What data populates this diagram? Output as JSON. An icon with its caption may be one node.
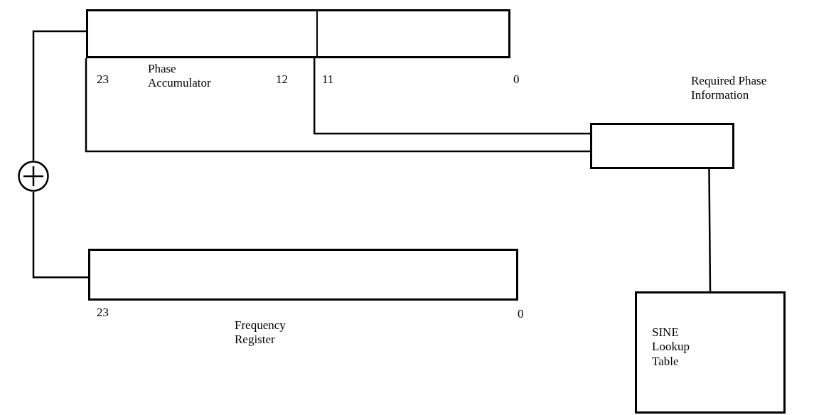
{
  "diagram": {
    "nodes": [
      {
        "text": [
          "Phase Accumulator"
        ]
      },
      {
        "text": [],
        "shape": "circle"
      },
      {
        "text": [
          "Required Phase Information"
        ]
      },
      {
        "text": [
          "Frequency Register"
        ]
      },
      {
        "text": [
          "SINE Lookup Table"
        ]
      }
    ],
    "edges": [
      {
        "from": 1,
        "to": 0,
        "arrow": "none"
      },
      {
        "from": 0,
        "to": 2,
        "arrow": "none"
      },
      {
        "from": 0,
        "to": 2,
        "arrow": "none"
      },
      {
        "from": 3,
        "to": 1,
        "arrow": "none"
      },
      {
        "from": 2,
        "to": 4,
        "arrow": "none"
      }
    ],
    "labels": [
      "23",
      "12",
      "11",
      "0",
      "23",
      "0"
    ]
  }
}
